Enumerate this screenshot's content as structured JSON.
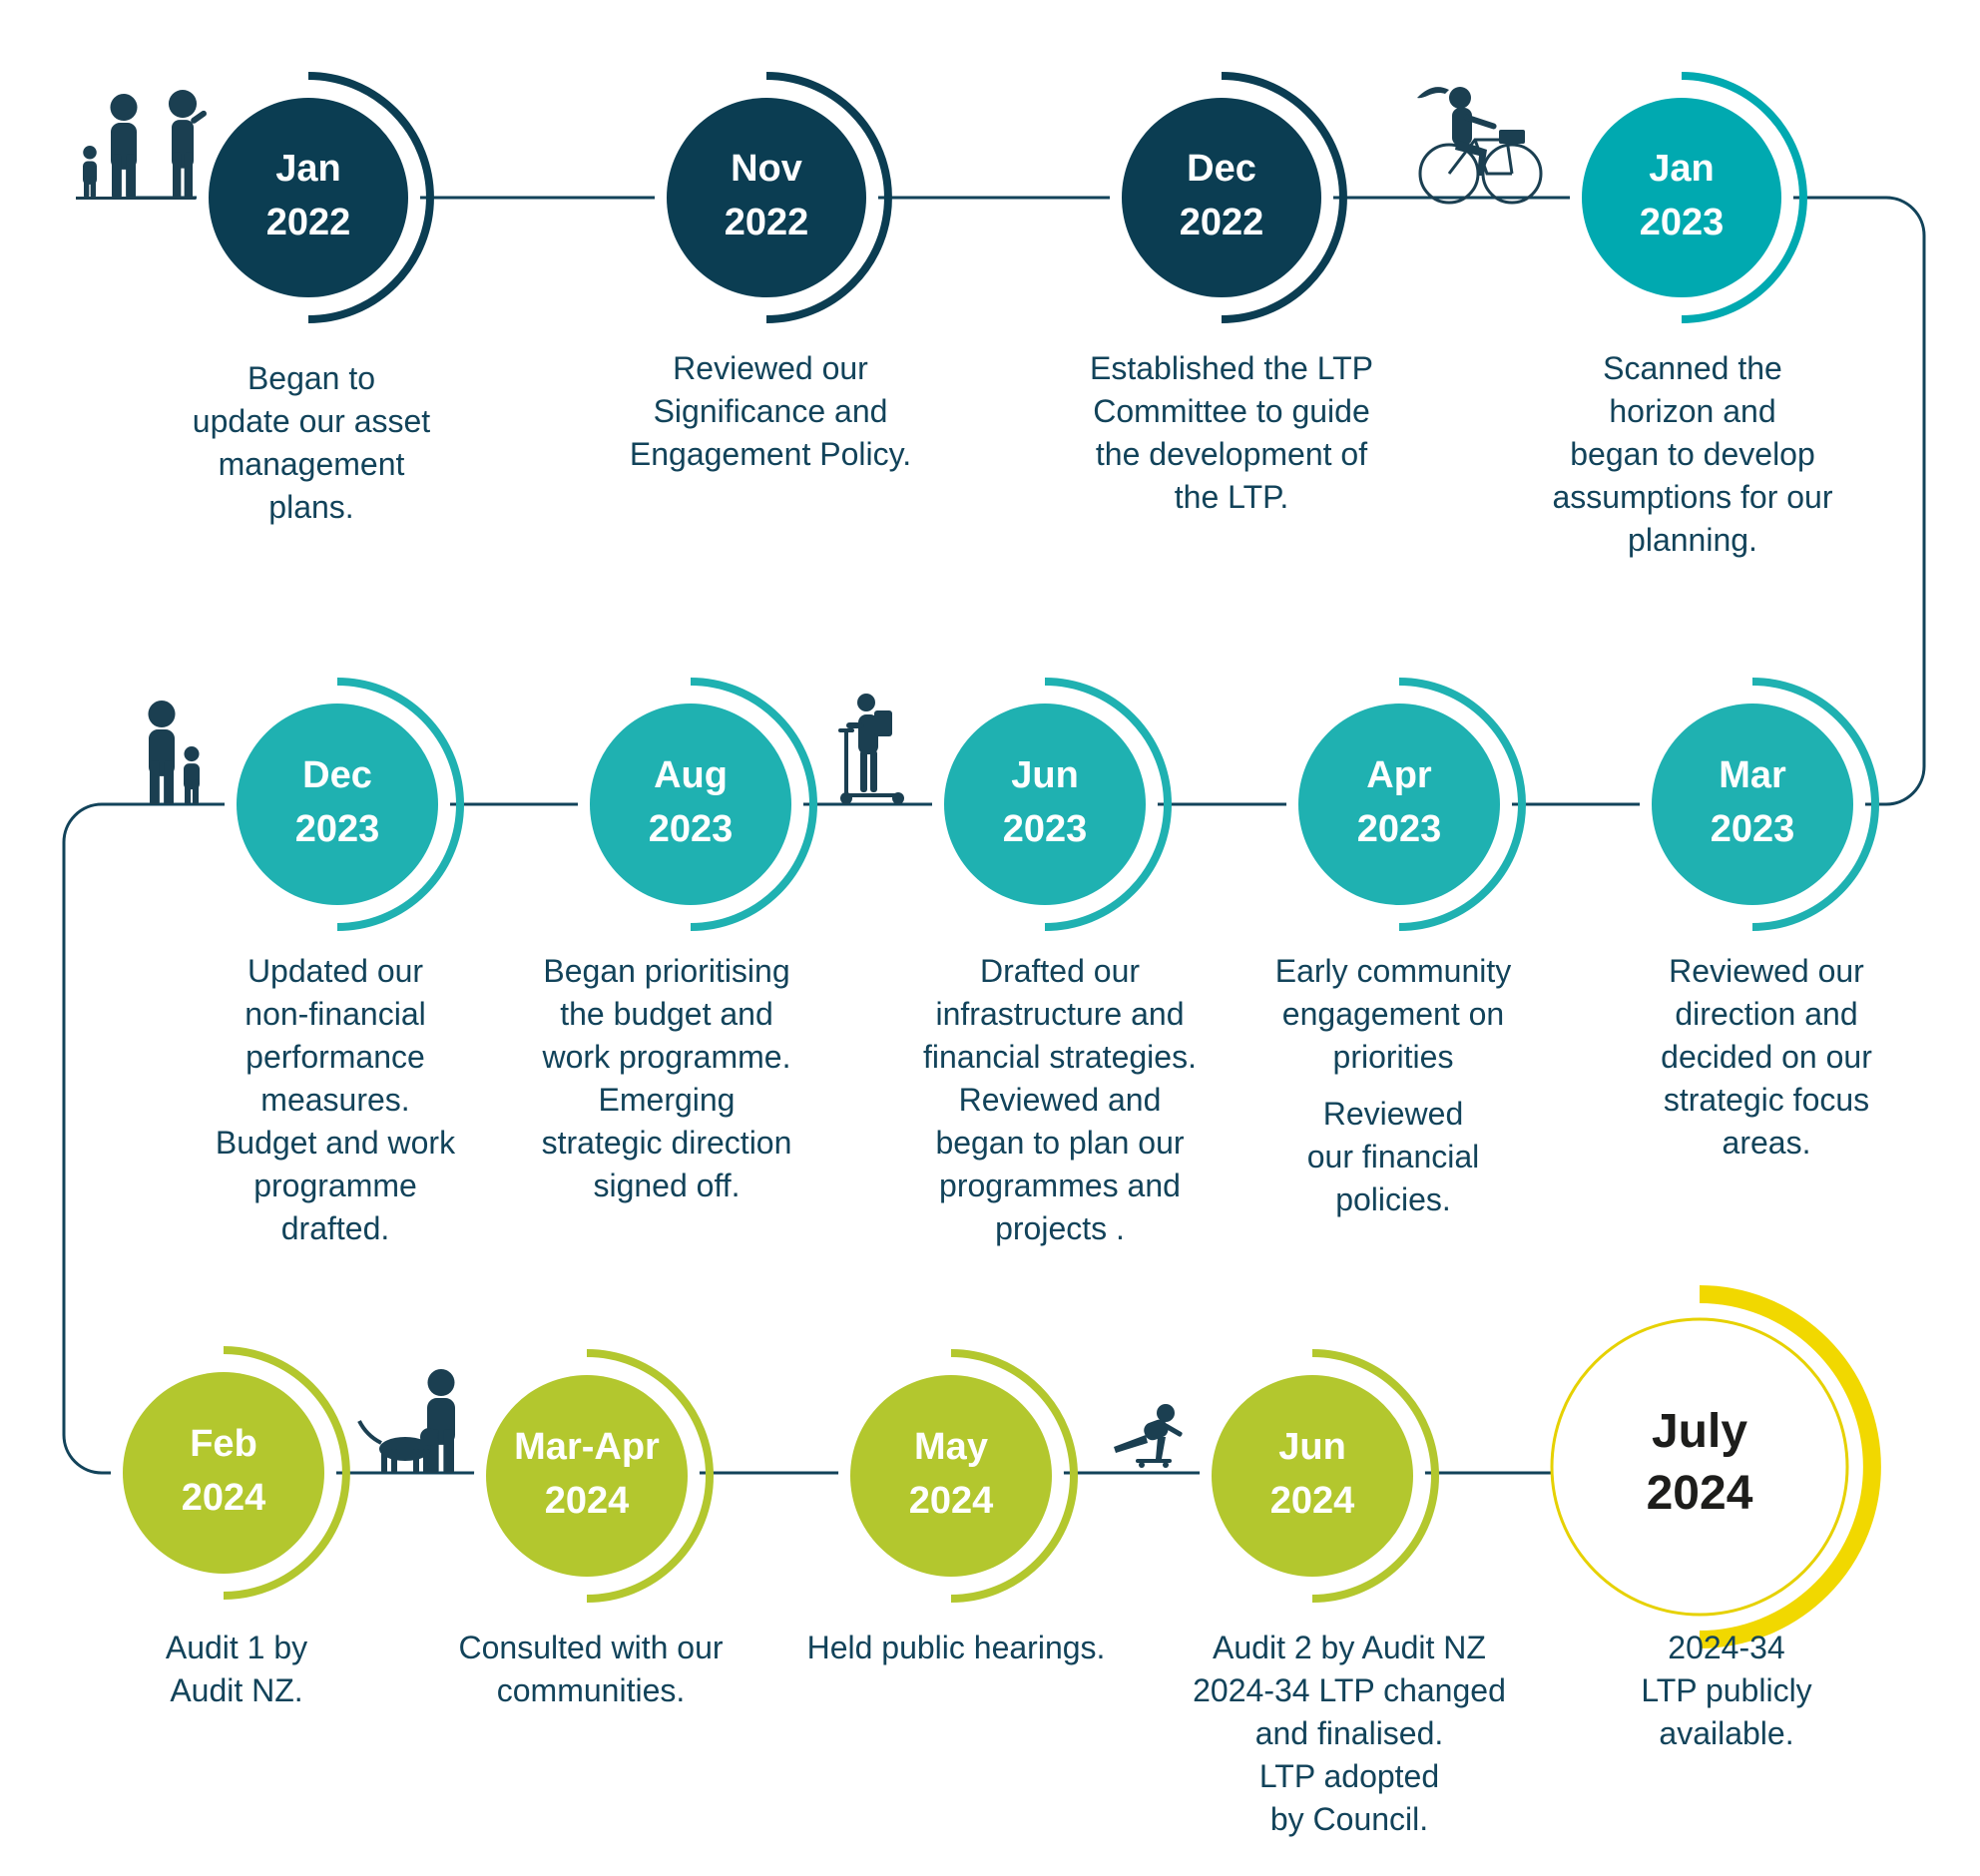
{
  "colors": {
    "line": "#12435a",
    "navy": "#0b3d52",
    "teal_dark": "#00a9b0",
    "teal": "#1fb1b1",
    "green": "#b3c72e",
    "yellow_ring": "#f1d800",
    "yellow_outline": "#e6d100",
    "figure": "#1b3f51"
  },
  "milestones": [
    {
      "month": "Jan",
      "year": "2022",
      "color": "navy",
      "desc": [
        "Began to\nupdate our asset\nmanagement\nplans."
      ]
    },
    {
      "month": "Nov",
      "year": "2022",
      "color": "navy",
      "desc": [
        "Reviewed our\nSignificance and\nEngagement Policy."
      ]
    },
    {
      "month": "Dec",
      "year": "2022",
      "color": "navy",
      "desc": [
        "Established the LTP\nCommittee to guide\nthe development of\nthe LTP."
      ]
    },
    {
      "month": "Jan",
      "year": "2023",
      "color": "teal_dark",
      "desc": [
        "Scanned the\nhorizon and\nbegan to develop\nassumptions for our\nplanning."
      ]
    },
    {
      "month": "Mar",
      "year": "2023",
      "color": "teal",
      "desc": [
        "Reviewed our\ndirection and\ndecided on our\nstrategic focus\nareas."
      ]
    },
    {
      "month": "Apr",
      "year": "2023",
      "color": "teal",
      "desc": [
        "Early community\nengagement on\npriorities",
        "Reviewed\nour financial\npolicies."
      ]
    },
    {
      "month": "Jun",
      "year": "2023",
      "color": "teal",
      "desc": [
        "Drafted our\ninfrastructure and\nfinancial strategies.\nReviewed and\nbegan to plan our\nprogrammes and\nprojects ."
      ]
    },
    {
      "month": "Aug",
      "year": "2023",
      "color": "teal",
      "desc": [
        "Began prioritising\nthe budget and\nwork programme.\nEmerging\nstrategic direction\nsigned off."
      ]
    },
    {
      "month": "Dec",
      "year": "2023",
      "color": "teal",
      "desc": [
        "Updated our\nnon-financial\nperformance\nmeasures.\nBudget and work\nprogramme\ndrafted."
      ]
    },
    {
      "month": "Feb",
      "year": "2024",
      "color": "green",
      "desc": [
        "Audit 1 by\nAudit NZ."
      ]
    },
    {
      "month": "Mar-Apr",
      "year": "2024",
      "color": "green",
      "desc": [
        "Consulted with our\ncommunities."
      ]
    },
    {
      "month": "May",
      "year": "2024",
      "color": "green",
      "desc": [
        "Held public hearings."
      ]
    },
    {
      "month": "Jun",
      "year": "2024",
      "color": "green",
      "desc": [
        "Audit 2 by Audit NZ\n2024-34 LTP changed\nand finalised.\nLTP adopted\nby Council."
      ]
    },
    {
      "month": "July",
      "year": "2024",
      "color": "final",
      "desc": [
        "2024-34\nLTP publicly\navailable."
      ]
    }
  ],
  "figures": [
    "family-walking-figure",
    "cyclist-figure",
    "parent-child-figure",
    "scooter-rider-figure",
    "dog-walker-figure",
    "skateboarder-figure"
  ]
}
